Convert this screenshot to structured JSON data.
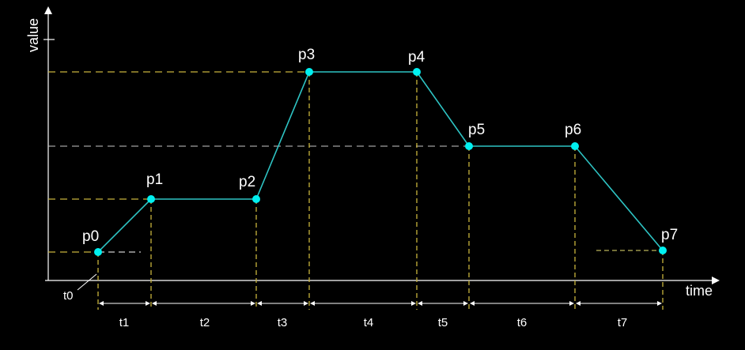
{
  "axes": {
    "x_label": "time",
    "y_label": "value"
  },
  "points": [
    {
      "label": "p0"
    },
    {
      "label": "p1"
    },
    {
      "label": "p2"
    },
    {
      "label": "p3"
    },
    {
      "label": "p4"
    },
    {
      "label": "p5"
    },
    {
      "label": "p6"
    },
    {
      "label": "p7"
    }
  ],
  "origin_label": "t0",
  "durations": [
    "t1",
    "t2",
    "t3",
    "t4",
    "t5",
    "t6",
    "t7"
  ],
  "colors": {
    "background": "#000000",
    "curve": "#2ec4c4",
    "points": "#00f0f0",
    "guides": "#c8b43c",
    "mid_guide": "#c8c8c8",
    "axes": "#ffffff",
    "text": "#ffffff"
  }
}
